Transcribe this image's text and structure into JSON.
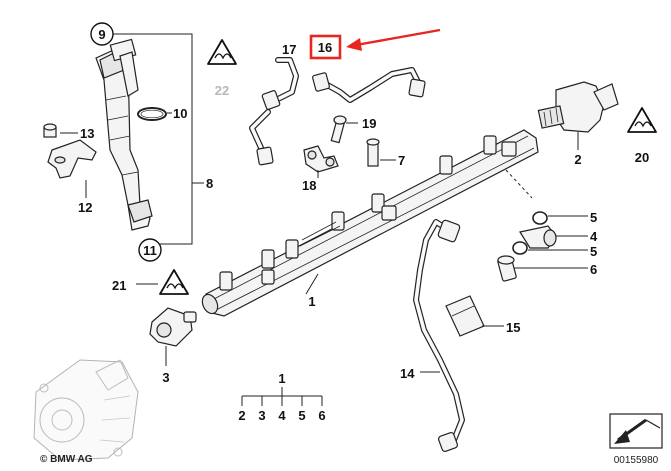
{
  "callouts": {
    "c9": "9",
    "c10": "10",
    "c8": "8",
    "c11": "11",
    "c13": "13",
    "c12": "12",
    "c22": "22",
    "c17": "17",
    "c16": "16",
    "c19": "19",
    "c7": "7",
    "c18": "18",
    "c2": "2",
    "c20": "20",
    "c5a": "5",
    "c4": "4",
    "c5b": "5",
    "c6": "6",
    "c21": "21",
    "c3": "3",
    "c1": "1",
    "c15": "15",
    "c14": "14",
    "c1_group": "1",
    "g2": "2",
    "g3": "3",
    "g4": "4",
    "g5": "5",
    "g6": "6"
  },
  "copyright": "© BMW AG",
  "diagram_id": "00155980",
  "colors": {
    "highlight": "#e8261f",
    "ink": "#222222",
    "grey_label": "#b8b8b8"
  },
  "icons": {
    "triangle_symbol": "warning-triangle-icon",
    "navigation": "arrow-navigation-icon"
  }
}
